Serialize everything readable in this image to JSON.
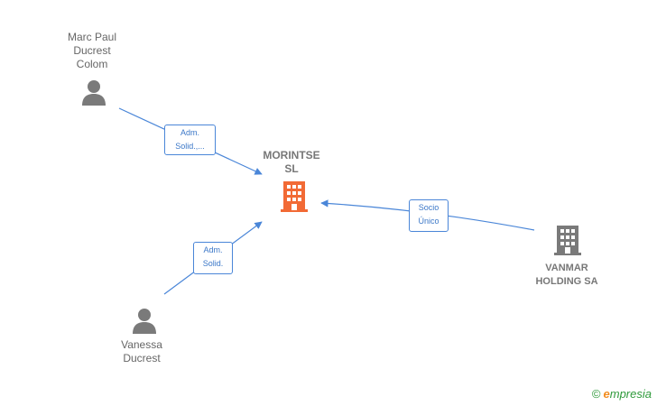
{
  "nodes": {
    "center": {
      "label": "MORINTSE\nSL",
      "color": "#f26a35",
      "icon": "building-icon"
    },
    "marc": {
      "label": "Marc Paul\nDucrest\nColom",
      "icon": "person-icon"
    },
    "vanessa": {
      "label": "Vanessa\nDucrest",
      "icon": "person-icon"
    },
    "vanmar": {
      "label": "VANMAR\nHOLDING SA",
      "icon": "building-icon"
    }
  },
  "edges": {
    "marc_to_center": {
      "label": "Adm.\nSolid.,..."
    },
    "vanessa_to_center": {
      "label": "Adm.\nSolid."
    },
    "vanmar_to_center": {
      "label": "Socio\nÚnico"
    }
  },
  "colors": {
    "edge": "#4a86d8",
    "person": "#7a7a7a",
    "company": "#7a7a7a",
    "center": "#f26a35"
  },
  "brand": {
    "copyright": "©",
    "initial": "e",
    "name": "mpresia"
  }
}
